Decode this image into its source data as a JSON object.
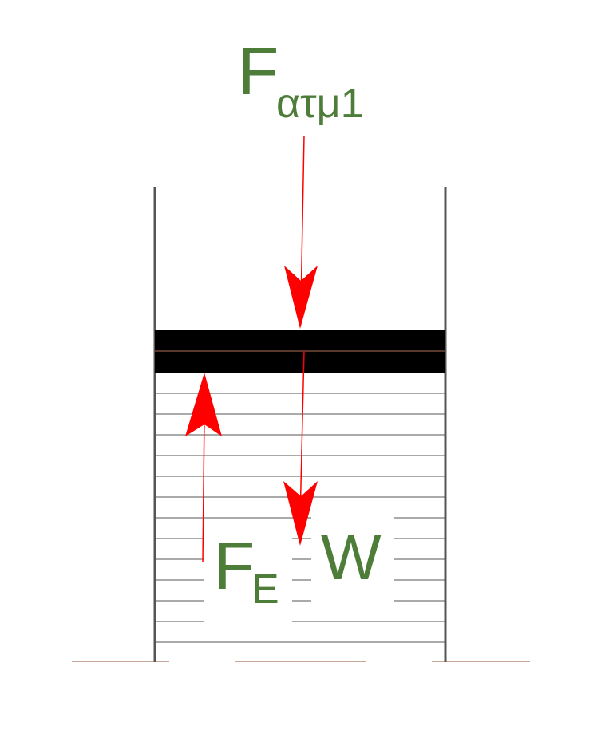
{
  "colors": {
    "label_green": "#4e7d3a",
    "arrow_red": "#ff0000",
    "wall_gray": "#555555",
    "liquid_line": "#555555",
    "ground_line": "#c9a79b",
    "piston_black": "#000000",
    "piston_mid_line": "#b0705a"
  },
  "labels": {
    "atm_main": "F",
    "atm_sub": "ατμ1",
    "buoy_main": "F",
    "buoy_sub": "E",
    "weight": "W"
  }
}
